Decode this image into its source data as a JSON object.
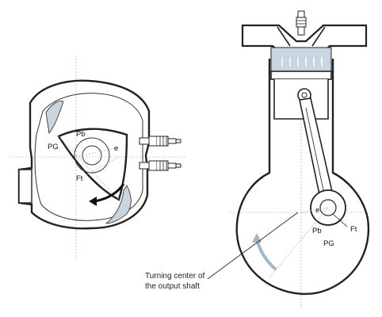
{
  "rotary": {
    "labels": {
      "pg": "PG",
      "pb": "Pb",
      "e": "e",
      "ft": "Ft"
    }
  },
  "piston": {
    "labels": {
      "e": "e",
      "pb": "Pb",
      "ft": "Ft",
      "pg": "PG"
    }
  },
  "caption": {
    "line1": "Turning center of",
    "line2": "the output shaft"
  },
  "colors": {
    "shade": "#c9d6df",
    "outline": "#222222",
    "guide": "#9aa0a6"
  }
}
